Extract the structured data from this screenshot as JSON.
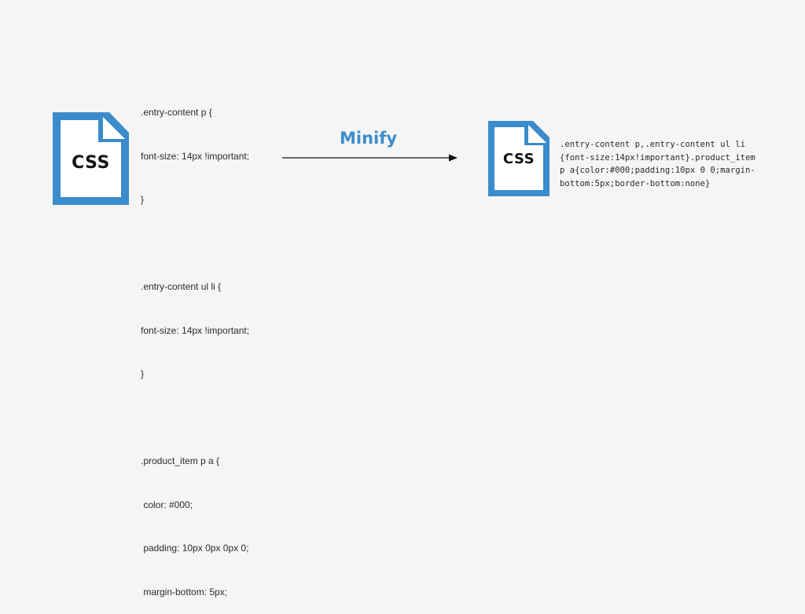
{
  "colors": {
    "background": "#f5f5f5",
    "icon_blue": "#3a8ccb",
    "icon_fill": "#ffffff",
    "text": "#2b2b2b",
    "arrow": "#111111"
  },
  "source_file": {
    "icon": "css-file-icon",
    "label": "CSS",
    "code_lines": [
      ".entry-content p {",
      "font-size: 14px !important;",
      "}",
      "",
      ".entry-content ul li {",
      "font-size: 14px !important;",
      "}",
      "",
      ".product_item p a {",
      " color: #000;",
      " padding: 10px 0px 0px 0;",
      " margin-bottom: 5px;"
    ]
  },
  "process": {
    "label": "Minify",
    "icon": "right-arrow-icon"
  },
  "minified_file": {
    "icon": "css-file-icon",
    "label": "CSS",
    "code_lines": [
      ".entry-content p,.entry-content ul li",
      "{font-size:14px!important}.product_item",
      "p a{color:#000;padding:10px 0 0;margin-",
      "bottom:5px;border-bottom:none}"
    ]
  }
}
